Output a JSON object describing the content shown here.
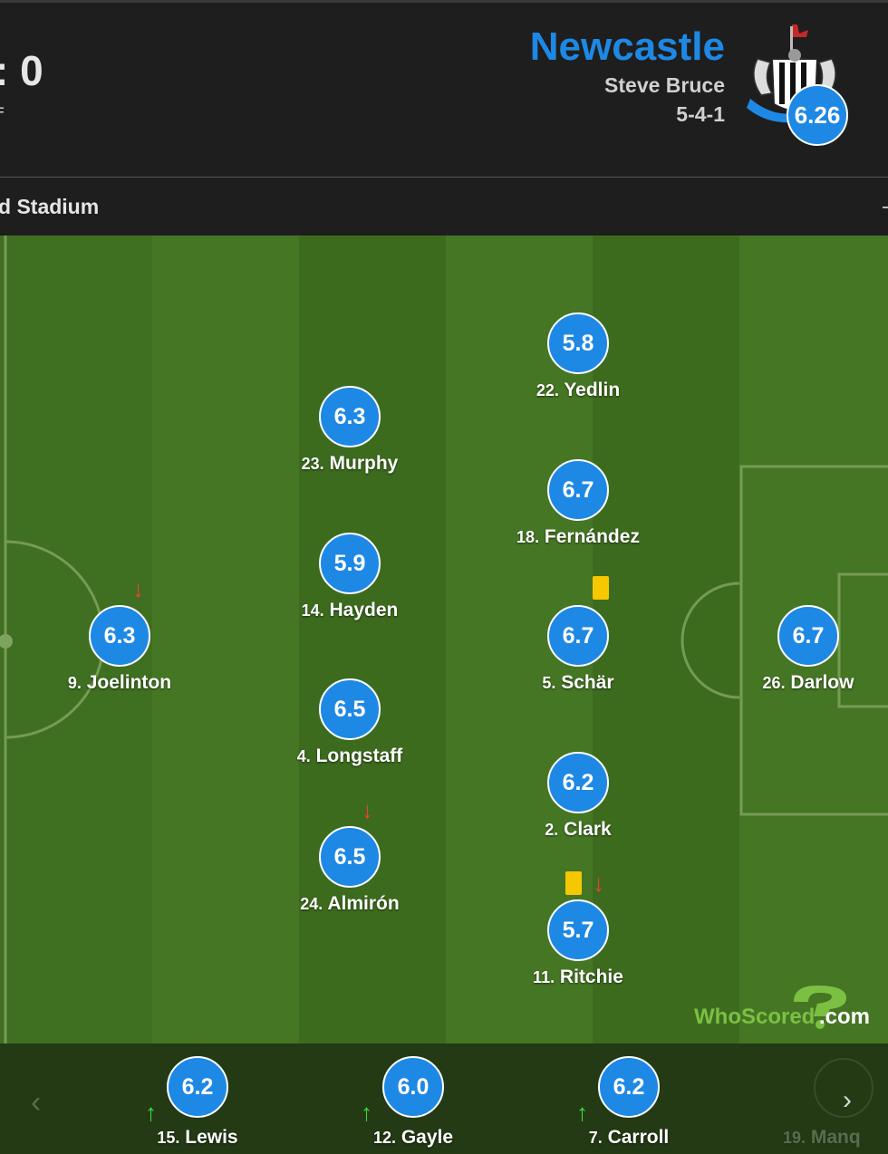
{
  "header": {
    "score_visible": ": 0",
    "sub_left": "F",
    "team_name": "Newcastle",
    "manager": "Steve Bruce",
    "formation": "5-4-1",
    "team_rating": "6.26"
  },
  "venue": {
    "name": "d Stadium"
  },
  "players": [
    {
      "num": "9.",
      "name": "Joelinton",
      "rating": "6.3",
      "sub_off": true
    },
    {
      "num": "23.",
      "name": "Murphy",
      "rating": "6.3"
    },
    {
      "num": "14.",
      "name": "Hayden",
      "rating": "5.9"
    },
    {
      "num": "4.",
      "name": "Longstaff",
      "rating": "6.5"
    },
    {
      "num": "24.",
      "name": "Almirón",
      "rating": "6.5",
      "sub_off": true
    },
    {
      "num": "22.",
      "name": "Yedlin",
      "rating": "5.8"
    },
    {
      "num": "18.",
      "name": "Fernández",
      "rating": "6.7"
    },
    {
      "num": "5.",
      "name": "Schär",
      "rating": "6.7",
      "yellow_card": true
    },
    {
      "num": "2.",
      "name": "Clark",
      "rating": "6.2"
    },
    {
      "num": "11.",
      "name": "Ritchie",
      "rating": "5.7",
      "yellow_card": true,
      "sub_off": true
    },
    {
      "num": "26.",
      "name": "Darlow",
      "rating": "6.7"
    }
  ],
  "bench": [
    {
      "num": "15.",
      "name": "Lewis",
      "rating": "6.2",
      "sub_on": true
    },
    {
      "num": "12.",
      "name": "Gayle",
      "rating": "6.0",
      "sub_on": true
    },
    {
      "num": "7.",
      "name": "Carroll",
      "rating": "6.2",
      "sub_on": true
    },
    {
      "num": "19.",
      "name": "Manq"
    }
  ],
  "watermark": {
    "text_who": "WhoScored",
    "text_com": ".com"
  },
  "icons": {
    "sub_off": "arrow-down-icon",
    "sub_on": "arrow-up-icon",
    "card": "yellow-card-icon",
    "prev": "chevron-left-icon",
    "next": "chevron-right-icon"
  },
  "colors": {
    "accent": "#1e88e5",
    "pitch_dark": "#3c6b1e",
    "pitch_light": "#457624",
    "sub_off": "#e8452c",
    "sub_on": "#3ddc3d",
    "yellow_card": "#f5c800"
  }
}
